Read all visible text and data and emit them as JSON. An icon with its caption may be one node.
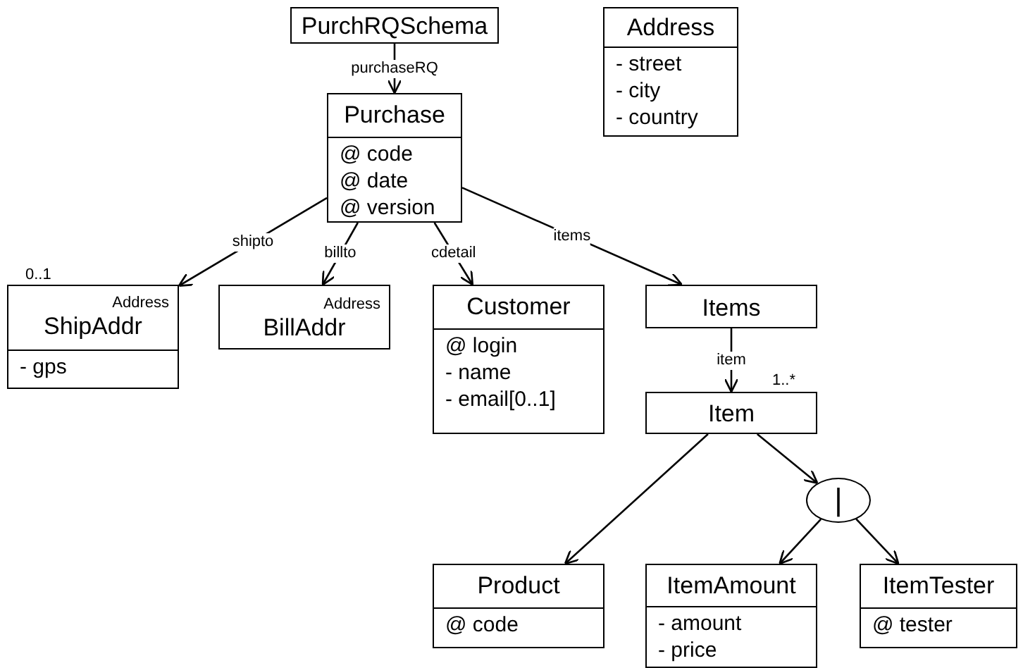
{
  "diagram": {
    "nodes": [
      {
        "text": [
          "PurchRQSchema"
        ]
      },
      {
        "text": [
          "Address",
          "- street",
          "- city",
          "- country"
        ]
      },
      {
        "text": [
          "Purchase",
          "@ code",
          "@ date",
          "@ version"
        ]
      },
      {
        "text": [
          "Address",
          "ShipAddr",
          "- gps"
        ],
        "beside": [
          "0..1"
        ]
      },
      {
        "text": [
          "Address",
          "BillAddr"
        ]
      },
      {
        "text": [
          "Customer",
          "@ login",
          "- name",
          "- email[0..1]"
        ]
      },
      {
        "text": [
          "Items"
        ]
      },
      {
        "text": [
          "Item"
        ],
        "beside": [
          "1..*"
        ]
      },
      {
        "text": [
          "|"
        ]
      },
      {
        "text": [
          "Product",
          "@ code"
        ]
      },
      {
        "text": [
          "ItemAmount",
          "- amount",
          "- price"
        ]
      },
      {
        "text": [
          "ItemTester",
          "@ tester"
        ]
      }
    ],
    "edges": [
      {
        "from": 0,
        "to": 2,
        "arrow": "to",
        "label": "purchaseRQ"
      },
      {
        "from": 2,
        "to": 3,
        "arrow": "to",
        "label": "shipto"
      },
      {
        "from": 2,
        "to": 4,
        "arrow": "to",
        "label": "billto"
      },
      {
        "from": 2,
        "to": 5,
        "arrow": "to",
        "label": "cdetail"
      },
      {
        "from": 2,
        "to": 6,
        "arrow": "to",
        "label": "items"
      },
      {
        "from": 6,
        "to": 7,
        "arrow": "to",
        "label": "item"
      },
      {
        "from": 7,
        "to": 9,
        "arrow": "to"
      },
      {
        "from": 7,
        "to": 8,
        "arrow": "to"
      },
      {
        "from": 8,
        "to": 10,
        "arrow": "to"
      },
      {
        "from": 8,
        "to": 11,
        "arrow": "to"
      }
    ]
  }
}
